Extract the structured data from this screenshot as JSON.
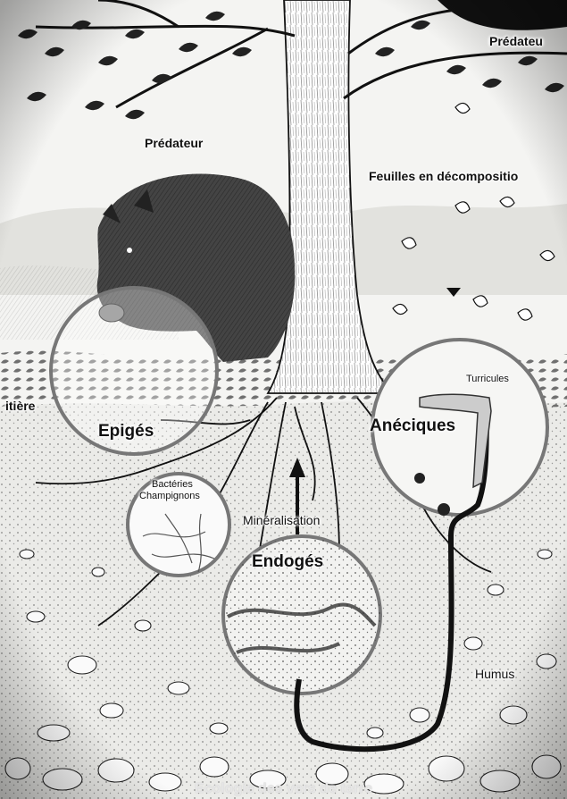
{
  "labels": {
    "predateur_top": "Prédateu",
    "predateur_mid": "Prédateur",
    "feuilles": "Feuilles en décompositio",
    "litiere": "itière",
    "epiges": "Epigés",
    "anecique": "Anéciques",
    "turricules": "Turricules",
    "bacteries": "Bactéries",
    "champignons": "Champignons",
    "mineralisation": "Minéralisation",
    "endoges": "Endogés",
    "humus": "Humus"
  },
  "caption": "Ecologie des vers de terre",
  "colors": {
    "ink": "#111111",
    "paper": "#f7f7f5",
    "soil": "#ebebe8"
  }
}
